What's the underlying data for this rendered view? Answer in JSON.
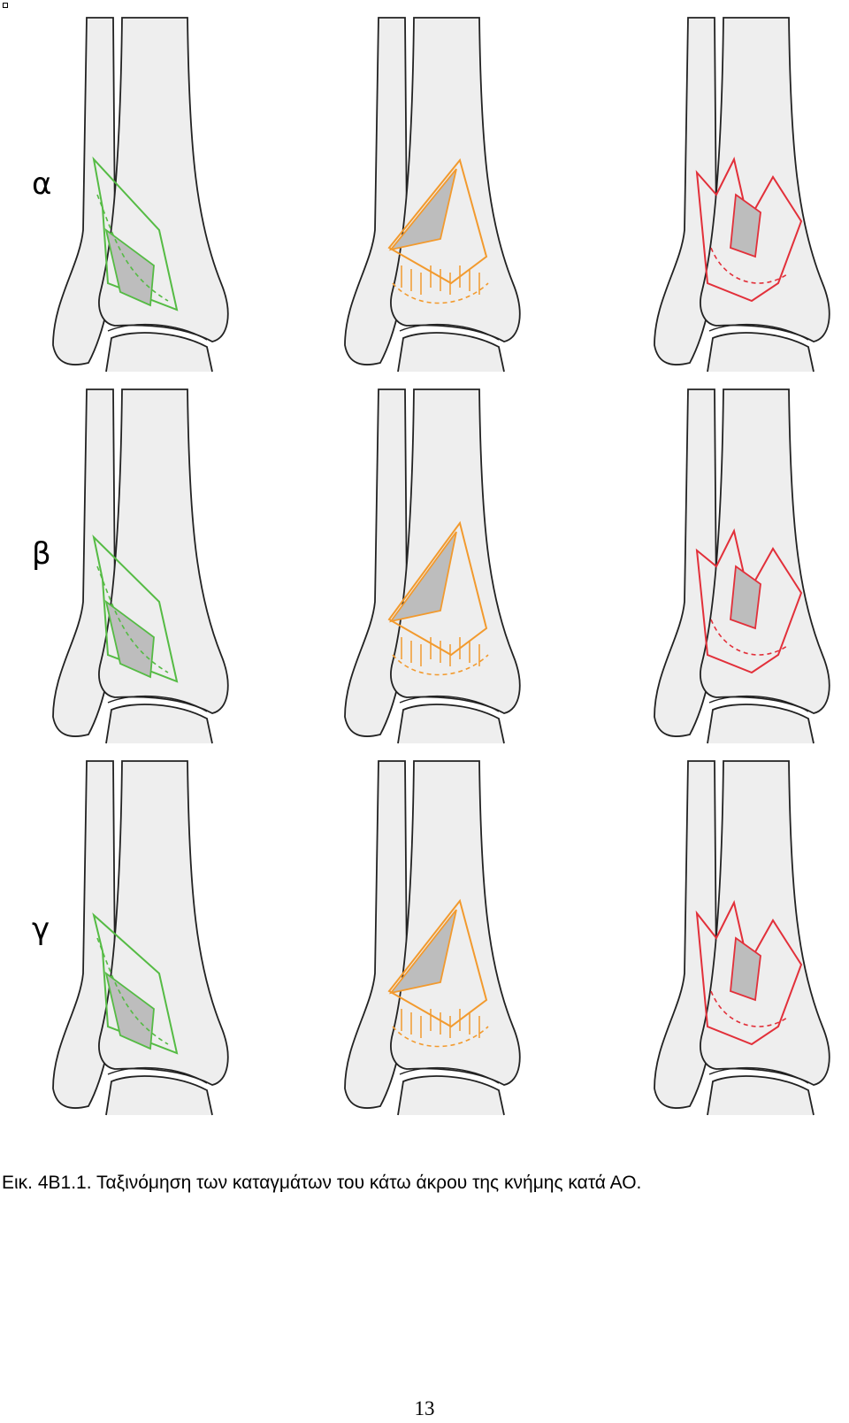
{
  "rows": [
    {
      "label": "α"
    },
    {
      "label": "β"
    },
    {
      "label": "γ"
    }
  ],
  "columns": [
    {
      "color": "#55bb44"
    },
    {
      "color": "#f29a2e"
    },
    {
      "color": "#e2303a"
    }
  ],
  "colors": {
    "bone_fill": "#eeeeee",
    "bone_stroke": "#222222",
    "fragment_fill": "#bdbdbd"
  },
  "caption": "Εικ. 4Β1.1. Ταξινόμηση των καταγμάτων του κάτω άκρου της κνήμης κατά ΑΟ.",
  "page_number": "13"
}
